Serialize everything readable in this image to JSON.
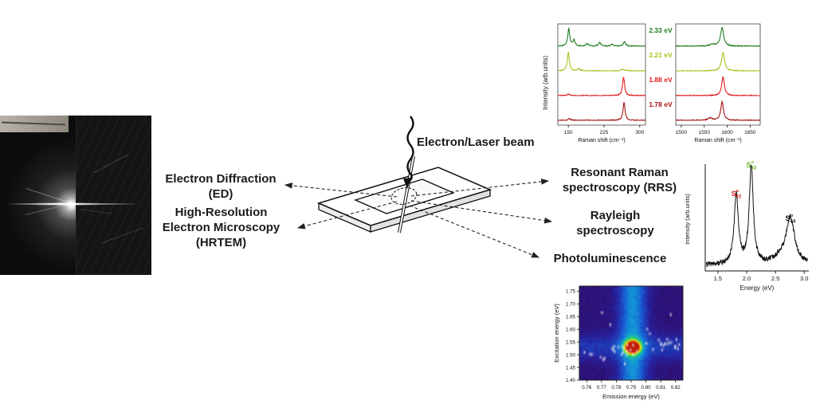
{
  "labels": {
    "beam": "Electron/Laser beam",
    "ed_line1": "Electron Diffraction",
    "ed_line2": "(ED)",
    "hrtem_line1": "High-Resolution",
    "hrtem_line2": "Electron Microscopy",
    "hrtem_line3": "(HRTEM)",
    "rrs_line1": "Resonant Raman",
    "rrs_line2": "spectroscopy (RRS)",
    "rayleigh_line1": "Rayleigh",
    "rayleigh_line2": "spectroscopy",
    "pl": "Photoluminescence"
  },
  "chart_data": [
    {
      "id": "raman",
      "type": "line",
      "title": "Resonant Raman spectra at four laser energies",
      "ylabel": "Intensity (arb.units)",
      "panels": [
        {
          "xlabel": "Raman shift (cm⁻¹)",
          "xlim": [
            128,
            312
          ],
          "xticks": [
            150,
            225,
            300
          ]
        },
        {
          "xlabel": "Raman shift (cm⁻¹)",
          "xlim": [
            1488,
            1672
          ],
          "xticks": [
            1500,
            1550,
            1600,
            1650
          ]
        }
      ],
      "series": [
        {
          "name": "2.33 eV",
          "color": "#1e7c1e",
          "rbm": [
            [
              151,
              2.5,
              0.85
            ],
            [
              162,
              2.5,
              0.3
            ],
            [
              190,
              3,
              0.12
            ],
            [
              216,
              3,
              0.18
            ],
            [
              242,
              3,
              0.1
            ],
            [
              268,
              3,
              0.22
            ]
          ],
          "g": [
            [
              1589,
              4,
              0.9
            ],
            [
              1568,
              6,
              0.1
            ]
          ]
        },
        {
          "name": "2.21 eV",
          "color": "#a3c51c",
          "rbm": [
            [
              150,
              2.5,
              0.9
            ],
            [
              172,
              3,
              0.1
            ],
            [
              265,
              4,
              0.08
            ]
          ],
          "g": [
            [
              1591,
              4,
              0.88
            ]
          ]
        },
        {
          "name": "1.88 eV",
          "color": "#e31b1b",
          "rbm": [
            [
              266,
              2.5,
              0.9
            ],
            [
              150,
              3,
              0.07
            ]
          ],
          "g": [
            [
              1591,
              3.5,
              0.92
            ]
          ]
        },
        {
          "name": "1.78 eV",
          "color": "#a31010",
          "rbm": [
            [
              267,
              2.5,
              0.88
            ],
            [
              152,
              3,
              0.08
            ]
          ],
          "g": [
            [
              1589,
              3.5,
              0.9
            ],
            [
              1563,
              5,
              0.12
            ]
          ]
        }
      ]
    },
    {
      "id": "rayleigh",
      "type": "line",
      "title": "Rayleigh scattering spectrum",
      "xlabel": "Energy (eV)",
      "ylabel": "Intensity (arb.units)",
      "xlim": [
        1.28,
        3.08
      ],
      "xticks": [
        1.5,
        2.0,
        2.5,
        3.0
      ],
      "tick_labels": [
        "1.5",
        "2.0",
        "2.5",
        "3.0"
      ],
      "peaks": [
        {
          "name": "S",
          "sub": "22",
          "sup": "o",
          "x": 1.82,
          "width": 0.045,
          "height": 0.62,
          "color": "#e02424"
        },
        {
          "name": "S",
          "sub": "33",
          "sup": "o",
          "x": 2.08,
          "width": 0.042,
          "height": 0.88,
          "color": "#6ab023"
        },
        {
          "name": "S",
          "sub": "44",
          "sup": "o",
          "x": 2.76,
          "width": 0.09,
          "height": 0.4,
          "color": "#111111"
        }
      ]
    },
    {
      "id": "plmap",
      "type": "heatmap",
      "title": "Photoluminescence excitation map",
      "xlabel": "Emission energy (eV)",
      "ylabel": "Excitation energy (eV)",
      "xlim": [
        0.755,
        0.825
      ],
      "ylim": [
        1.4,
        1.77
      ],
      "xticks": [
        "0.76",
        "0.77",
        "0.78",
        "0.79",
        "0.80",
        "0.81",
        "0.82"
      ],
      "yticks": [
        "1.40",
        "1.45",
        "1.50",
        "1.55",
        "1.60",
        "1.65",
        "1.70",
        "1.75"
      ],
      "hotspot": {
        "emission": 0.791,
        "excitation": 1.53
      },
      "colormap": "jet-purple"
    }
  ]
}
